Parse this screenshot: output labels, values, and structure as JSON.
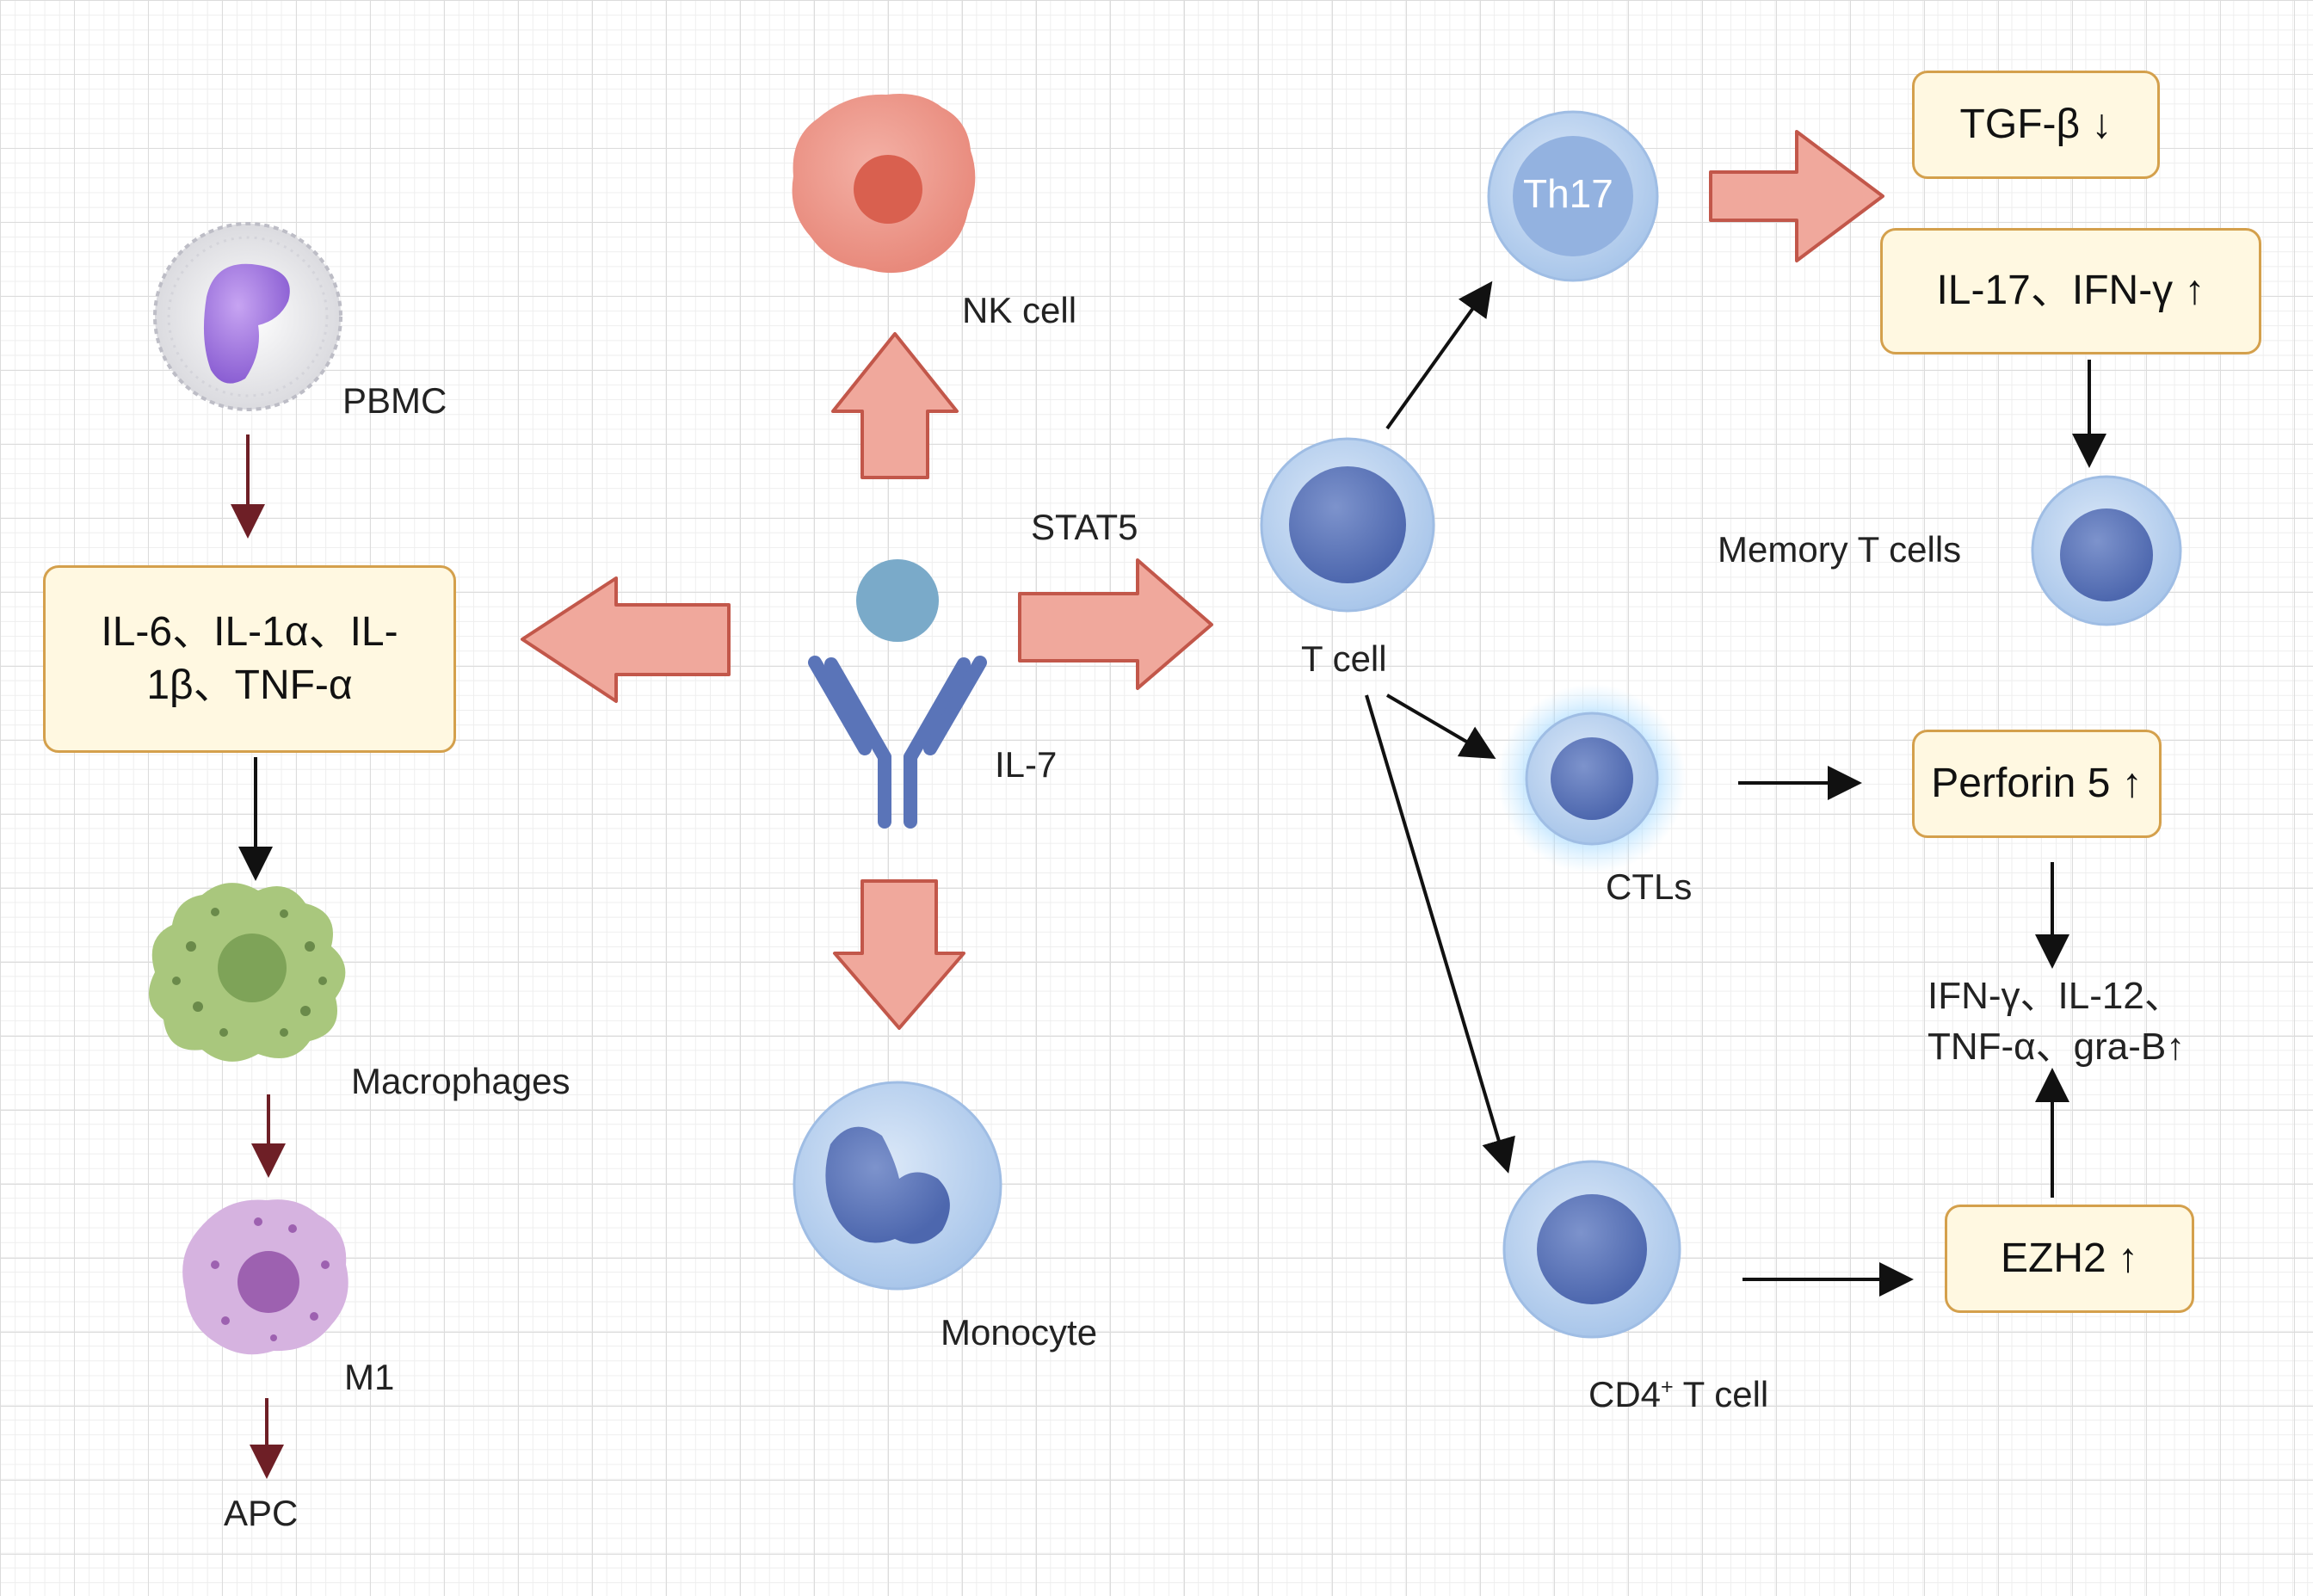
{
  "center": {
    "label": "IL-7",
    "signal": "STAT5"
  },
  "cells": {
    "nk": "NK cell",
    "pbmc": "PBMC",
    "macrophages": "Macrophages",
    "m1": "M1",
    "apc": "APC",
    "monocyte": "Monocyte",
    "t_cell": "T cell",
    "th17": "Th17",
    "memory_t": "Memory T cells",
    "ctls": "CTLs",
    "cd4_prefix": "CD4",
    "cd4_sup": "+",
    "cd4_suffix": " T cell"
  },
  "boxes": {
    "cytokines_line1": "IL-6、IL-1α、IL-",
    "cytokines_line2": "1β、TNF-α",
    "tgf": "TGF-β ↓",
    "il17": "IL-17、IFN-γ ↑",
    "perforin": "Perforin 5 ↑",
    "ezh2": "EZH2 ↑"
  },
  "outputs": {
    "line1": "IFN-γ、IL-12、",
    "line2": "TNF-α、gra-B↑"
  },
  "colors": {
    "fat_arrow": "#f0a89c",
    "fat_arrow_stroke": "#c2574a",
    "box_fill": "#fff8e1",
    "box_border": "#d4a04c",
    "t_cell_blue": "#5a74b8",
    "dark_red_arrow": "#6e1f26"
  }
}
